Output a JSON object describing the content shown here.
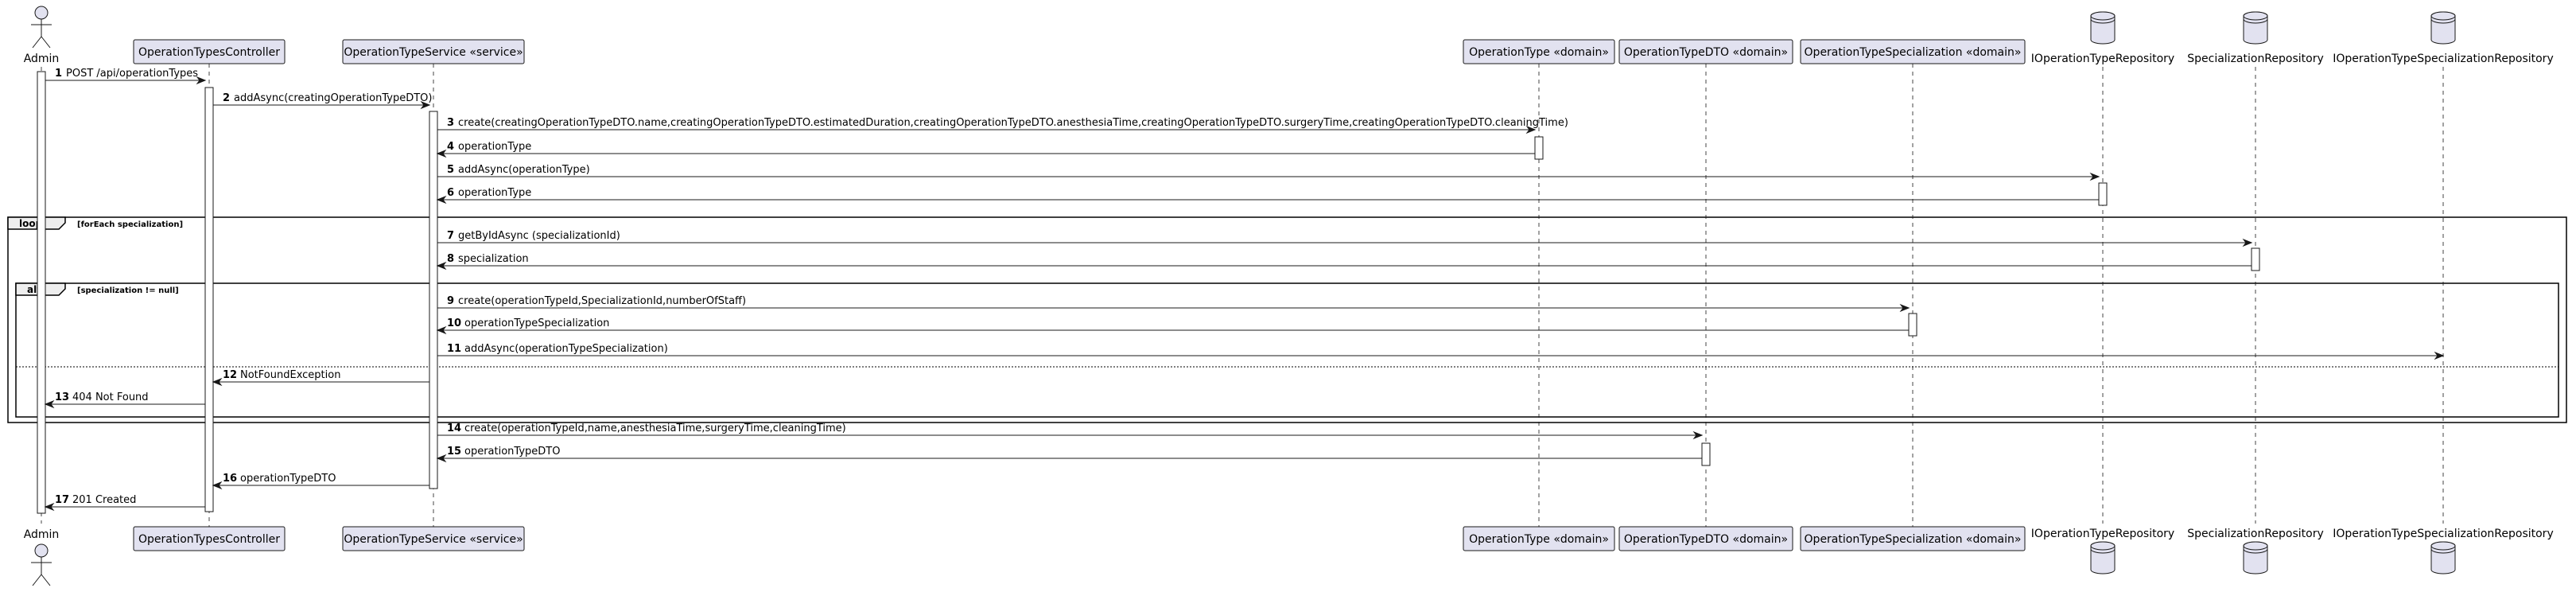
{
  "participants": [
    {
      "id": "admin",
      "label": "Admin",
      "kind": "actor"
    },
    {
      "id": "ctrl",
      "label": "OperationTypesController",
      "kind": "participant"
    },
    {
      "id": "svc",
      "label": "OperationTypeService «service»",
      "kind": "participant"
    },
    {
      "id": "otype",
      "label": "OperationType «domain»",
      "kind": "participant"
    },
    {
      "id": "dto",
      "label": "OperationTypeDTO «domain»",
      "kind": "participant"
    },
    {
      "id": "ots",
      "label": "OperationTypeSpecialization «domain»",
      "kind": "participant"
    },
    {
      "id": "repo1",
      "label": "IOperationTypeRepository",
      "kind": "database"
    },
    {
      "id": "repo2",
      "label": "SpecializationRepository",
      "kind": "database"
    },
    {
      "id": "repo3",
      "label": "IOperationTypeSpecializationRepository",
      "kind": "database"
    }
  ],
  "messages": [
    {
      "n": "1",
      "from": "admin",
      "to": "ctrl",
      "text": "POST /api/operationTypes",
      "style": "solid"
    },
    {
      "n": "2",
      "from": "ctrl",
      "to": "svc",
      "text": "addAsync(creatingOperationTypeDTO)",
      "style": "solid"
    },
    {
      "n": "3",
      "from": "svc",
      "to": "otype",
      "text": "create(creatingOperationTypeDTO.name,creatingOperationTypeDTO.estimatedDuration,creatingOperationTypeDTO.anesthesiaTime,creatingOperationTypeDTO.surgeryTime,creatingOperationTypeDTO.cleaningTime)",
      "style": "solid"
    },
    {
      "n": "4",
      "from": "otype",
      "to": "svc",
      "text": "operationType",
      "style": "solid"
    },
    {
      "n": "5",
      "from": "svc",
      "to": "repo1",
      "text": "addAsync(operationType)",
      "style": "solid"
    },
    {
      "n": "6",
      "from": "repo1",
      "to": "svc",
      "text": "operationType",
      "style": "solid"
    },
    {
      "n": "7",
      "from": "svc",
      "to": "repo2",
      "text": "getByIdAsync (specializationId)",
      "style": "solid"
    },
    {
      "n": "8",
      "from": "repo2",
      "to": "svc",
      "text": "specialization",
      "style": "solid"
    },
    {
      "n": "9",
      "from": "svc",
      "to": "ots",
      "text": "create(operationTypeId,SpecializationId,numberOfStaff)",
      "style": "solid"
    },
    {
      "n": "10",
      "from": "ots",
      "to": "svc",
      "text": "operationTypeSpecialization",
      "style": "solid"
    },
    {
      "n": "11",
      "from": "svc",
      "to": "repo3",
      "text": "addAsync(operationTypeSpecialization)",
      "style": "solid"
    },
    {
      "n": "12",
      "from": "svc",
      "to": "ctrl",
      "text": "NotFoundException",
      "style": "solid"
    },
    {
      "n": "13",
      "from": "ctrl",
      "to": "admin",
      "text": "404 Not Found",
      "style": "solid"
    },
    {
      "n": "14",
      "from": "svc",
      "to": "dto",
      "text": "create(operationTypeId,name,anesthesiaTime,surgeryTime,cleaningTime)",
      "style": "solid"
    },
    {
      "n": "15",
      "from": "dto",
      "to": "svc",
      "text": "operationTypeDTO",
      "style": "solid"
    },
    {
      "n": "16",
      "from": "svc",
      "to": "ctrl",
      "text": "operationTypeDTO",
      "style": "solid"
    },
    {
      "n": "17",
      "from": "ctrl",
      "to": "admin",
      "text": "201 Created",
      "style": "solid"
    }
  ],
  "fragments": [
    {
      "kind": "loop",
      "guard": "[forEach specialization]"
    },
    {
      "kind": "alt",
      "guard": "[specialization != null]"
    }
  ],
  "colors": {
    "participant_fill": "#E2E2F0",
    "participant_border": "#181818",
    "lifeline": "#181818",
    "activation_fill": "#FFFFFF",
    "text": "#000000"
  }
}
